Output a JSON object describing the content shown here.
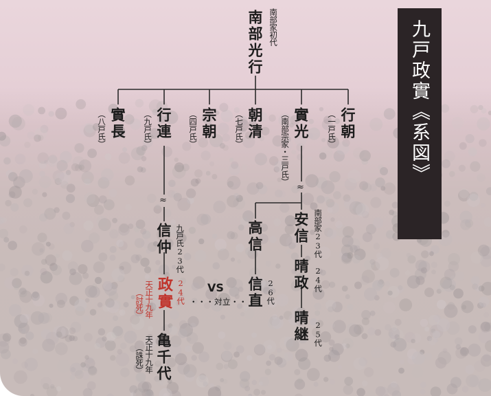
{
  "title": "九戸政實《系図》",
  "founder": {
    "note": "南部家初代",
    "name": "南部光行"
  },
  "children": [
    {
      "name": "實長",
      "clan": "（八戸氏）"
    },
    {
      "name": "行連",
      "clan": "（九戸氏）"
    },
    {
      "name": "宗朝",
      "clan": "（四戸氏）"
    },
    {
      "name": "朝清",
      "clan": "（七戸氏）"
    },
    {
      "name": "實光",
      "clan": "（南部宗家・三戸氏）"
    },
    {
      "name": "行朝",
      "clan": "（一戸氏）"
    }
  ],
  "wave_mark": "≈",
  "kunohe_line": [
    {
      "name": "信仲",
      "note": "九戸氏23代"
    },
    {
      "name": "政實",
      "note": "24代",
      "note2": "天正十九年",
      "note3": "（討死）"
    },
    {
      "name": "亀千代",
      "note": "天正十九年",
      "note2": "（誅死）"
    }
  ],
  "nanbu_line": [
    {
      "name": "安信",
      "note": "南部家23代"
    },
    {
      "name": "晴政",
      "note": "24代"
    },
    {
      "name": "晴継",
      "note": "25代"
    }
  ],
  "takanobu_line": [
    {
      "name": "高信"
    },
    {
      "name": "信直",
      "note": "26代"
    }
  ],
  "conflict": {
    "vs": "VS",
    "label": "・・・対立・・・"
  },
  "colors": {
    "accent_red": "#c0342c",
    "title_bg": "#2b2426",
    "background_pink": "#e5cfd6"
  }
}
